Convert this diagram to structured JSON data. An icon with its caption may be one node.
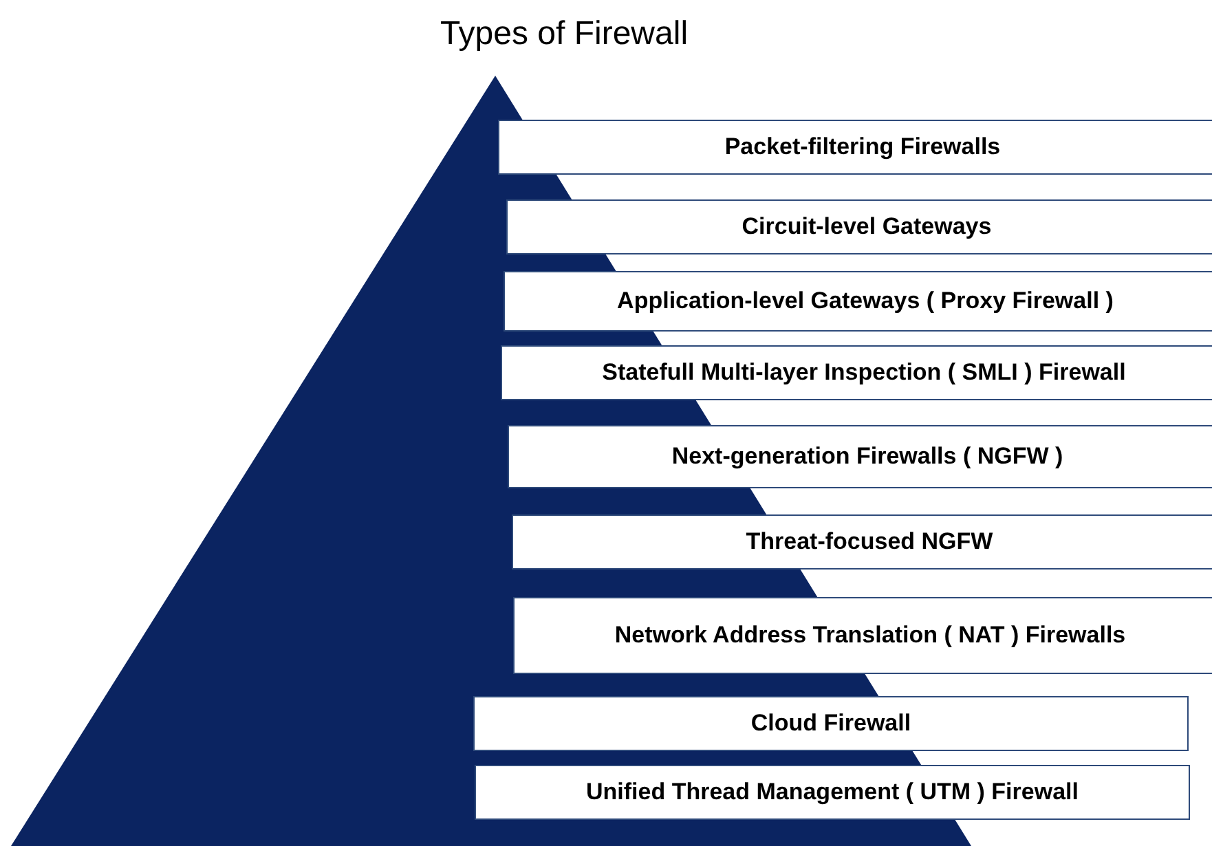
{
  "diagram": {
    "title": "Types of Firewall",
    "nodes": [
      {
        "text": [
          "Packet-filtering Firewalls"
        ]
      },
      {
        "text": [
          "Circuit-level Gateways"
        ]
      },
      {
        "text": [
          "Application-level Gateways ( Proxy Firewall )"
        ]
      },
      {
        "text": [
          "Statefull Multi-layer Inspection ( SMLI ) Firewall"
        ]
      },
      {
        "text": [
          "Next-generation Firewalls ( NGFW )"
        ]
      },
      {
        "text": [
          "Threat-focused NGFW"
        ]
      },
      {
        "text": [
          "Network Address Translation ( NAT ) Firewalls"
        ]
      },
      {
        "text": [
          "Cloud Firewall"
        ]
      },
      {
        "text": [
          "Unified Thread Management ( UTM ) Firewall"
        ]
      }
    ]
  }
}
